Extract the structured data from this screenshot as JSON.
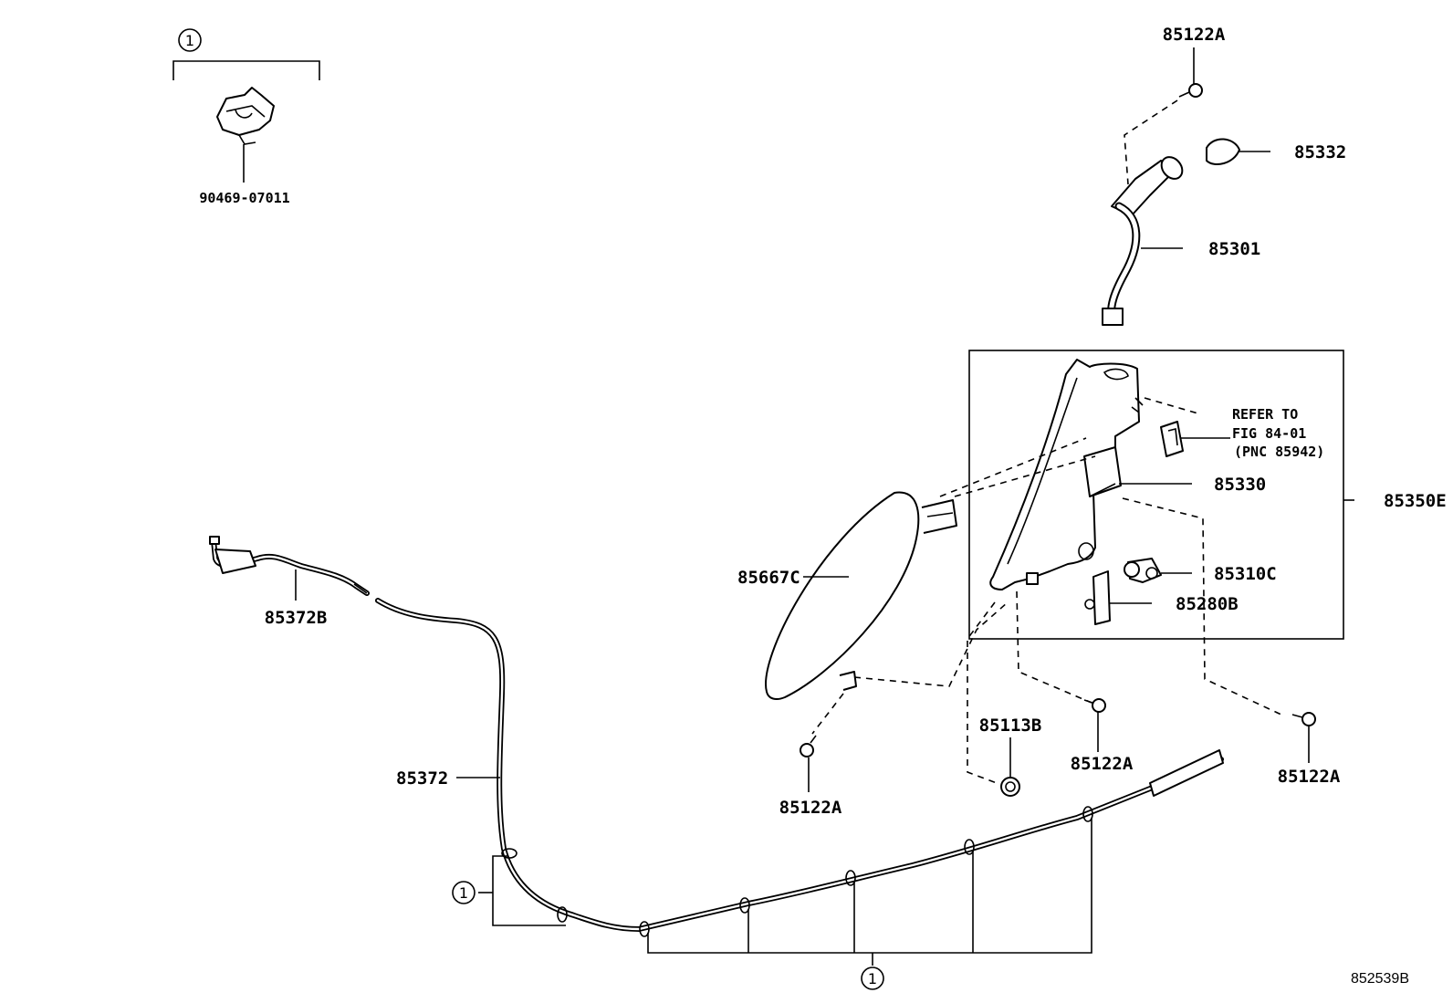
{
  "diagram": {
    "figure_id": "852539B",
    "circle_ref": "1",
    "refer_note": {
      "line1": "REFER TO",
      "line2": "FIG 84-01",
      "line3": "(PNC 85942)"
    },
    "labels": {
      "clip_part": "90469-07011",
      "bolt_top": "85122A",
      "cap": "85332",
      "inlet": "85301",
      "tank_assy": "85350E",
      "bracket_part": "85330",
      "motor": "85310C",
      "level_sensor": "85280B",
      "tank_support": "85667C",
      "hose_end": "85372B",
      "hose": "85372",
      "nut": "85113B",
      "bolt_left": "85122A",
      "bolt_mid": "85122A",
      "bolt_right": "85122A"
    }
  }
}
